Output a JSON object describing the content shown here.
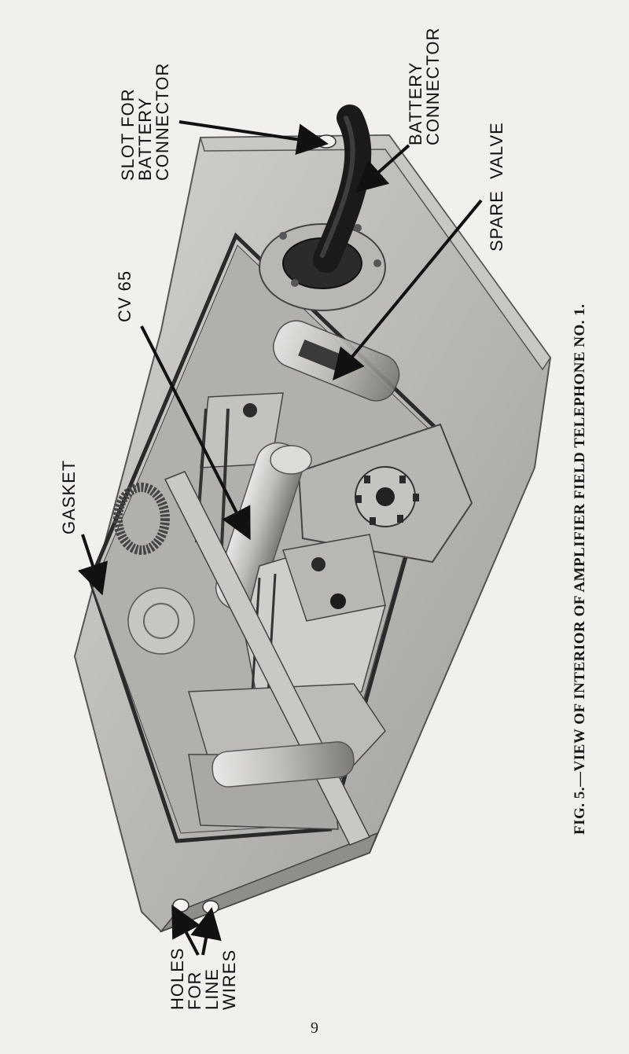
{
  "figure": {
    "labels": {
      "slot_for_battery_connector": "SLOT FOR\nBATTERY\nCONNECTOR",
      "battery_connector": "BATTERY\nCONNECTOR",
      "spare_valve": "SPARE  VALVE",
      "cv65": "CV 65",
      "gasket": "GASKET",
      "holes_for_line_wires": "HOLES\nFOR\nLINE\nWIRES"
    },
    "caption": "FIG. 5.—VIEW OF INTERIOR OF AMPLIFIER FIELD TELEPHONE NO. 1."
  },
  "page_number": "9"
}
